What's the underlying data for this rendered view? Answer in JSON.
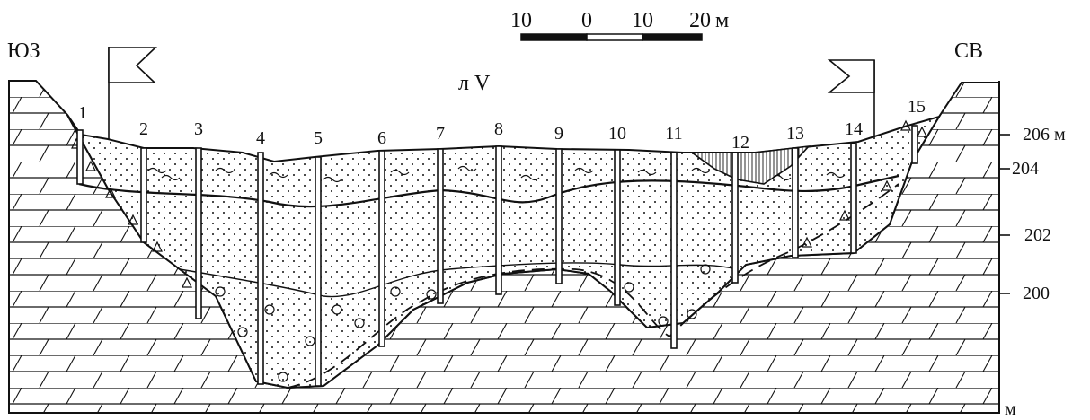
{
  "scale_bar": {
    "labels": [
      "10",
      "0",
      "10",
      "20"
    ],
    "unit": "м"
  },
  "directions": {
    "left": "ЮЗ",
    "right": "СВ"
  },
  "line_label": "л V",
  "elevation_axis": {
    "ticks": [
      {
        "value": 206,
        "label": "206 м"
      },
      {
        "value": 204,
        "label": "204"
      },
      {
        "value": 202,
        "label": "202"
      },
      {
        "value": 200,
        "label": "200"
      }
    ],
    "unit_label": "м"
  },
  "boreholes": [
    "1",
    "2",
    "3",
    "4",
    "5",
    "6",
    "7",
    "8",
    "9",
    "10",
    "11",
    "12",
    "13",
    "14",
    "15"
  ],
  "colors": {
    "ink": "#111111",
    "paper": "#ffffff"
  }
}
